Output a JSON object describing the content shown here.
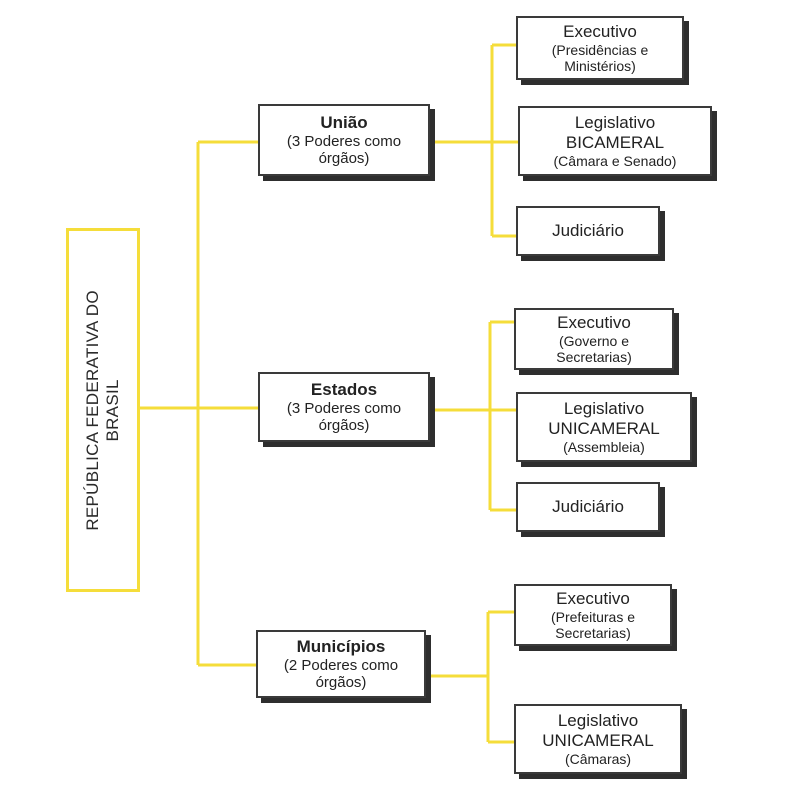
{
  "root": {
    "line1": "REPÚBLICA FEDERATIVA DO",
    "line2": "BRASIL"
  },
  "colors": {
    "connector": "#f5dd3a",
    "box_border": "#3a3a3a",
    "shadow": "#2e2e2e"
  },
  "uniao": {
    "title": "União",
    "sub1": "(3 Poderes como",
    "sub2": "órgãos)",
    "executivo": {
      "title": "Executivo",
      "sub1": "(Presidências e",
      "sub2": "Ministérios)"
    },
    "legislativo": {
      "title": "Legislativo",
      "sub1": "BICAMERAL",
      "sub2": "(Câmara e Senado)"
    },
    "judiciario": {
      "title": "Judiciário"
    }
  },
  "estados": {
    "title": "Estados",
    "sub1": "(3 Poderes como",
    "sub2": "órgãos)",
    "executivo": {
      "title": "Executivo",
      "sub1": "(Governo e",
      "sub2": "Secretarias)"
    },
    "legislativo": {
      "title": "Legislativo",
      "sub1": "UNICAMERAL",
      "sub2": "(Assembleia)"
    },
    "judiciario": {
      "title": "Judiciário"
    }
  },
  "municipios": {
    "title": "Municípios",
    "sub1": "(2 Poderes como",
    "sub2": "órgãos)",
    "executivo": {
      "title": "Executivo",
      "sub1": "(Prefeituras e",
      "sub2": "Secretarias)"
    },
    "legislativo": {
      "title": "Legislativo",
      "sub1": "UNICAMERAL",
      "sub2": "(Câmaras)"
    }
  }
}
